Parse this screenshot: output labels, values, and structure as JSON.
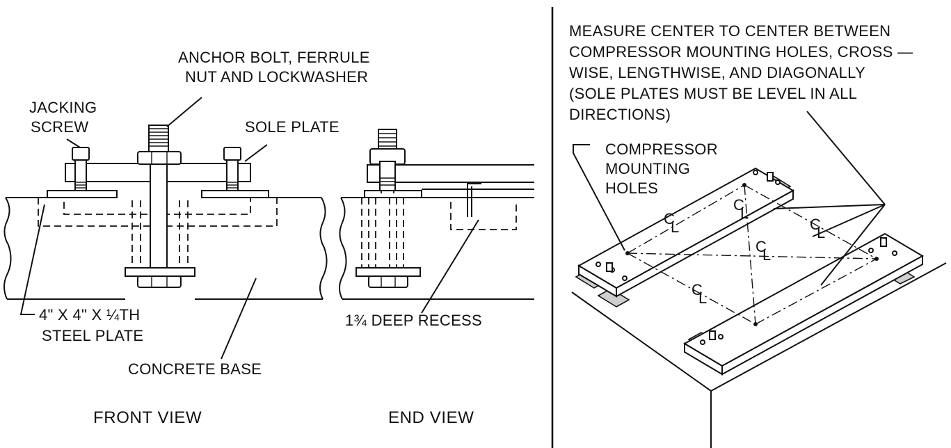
{
  "labels": {
    "anchor_bolt_line1": "ANCHOR BOLT, FERRULE",
    "anchor_bolt_line2": "NUT AND LOCKWASHER",
    "jacking_line1": "JACKING",
    "jacking_line2": "SCREW",
    "sole_plate": "SOLE  PLATE",
    "steel_plate_line1": "4\" X  4\" X  ¼TH",
    "steel_plate_line2": "STEEL PLATE",
    "concrete_base": "CONCRETE  BASE",
    "recess": "1¾ DEEP  RECESS",
    "front_view": "FRONT VIEW",
    "end_view": "END VIEW",
    "measure_line1": "MEASURE CENTER TO CENTER BETWEEN",
    "measure_line2": "COMPRESSOR MOUNTING HOLES, CROSS —",
    "measure_line3": "WISE, LENGTHWISE, AND DIAGONALLY",
    "measure_line4": "(SOLE PLATES MUST BE LEVEL IN ALL",
    "measure_line5": "DIRECTIONS)",
    "mounting_line1": "COMPRESSOR",
    "mounting_line2": "MOUNTING",
    "mounting_line3": "HOLES",
    "centerline_symbol": "C",
    "centerline_sub": "L"
  },
  "colors": {
    "ink": "#111111",
    "paper": "#ffffff"
  }
}
